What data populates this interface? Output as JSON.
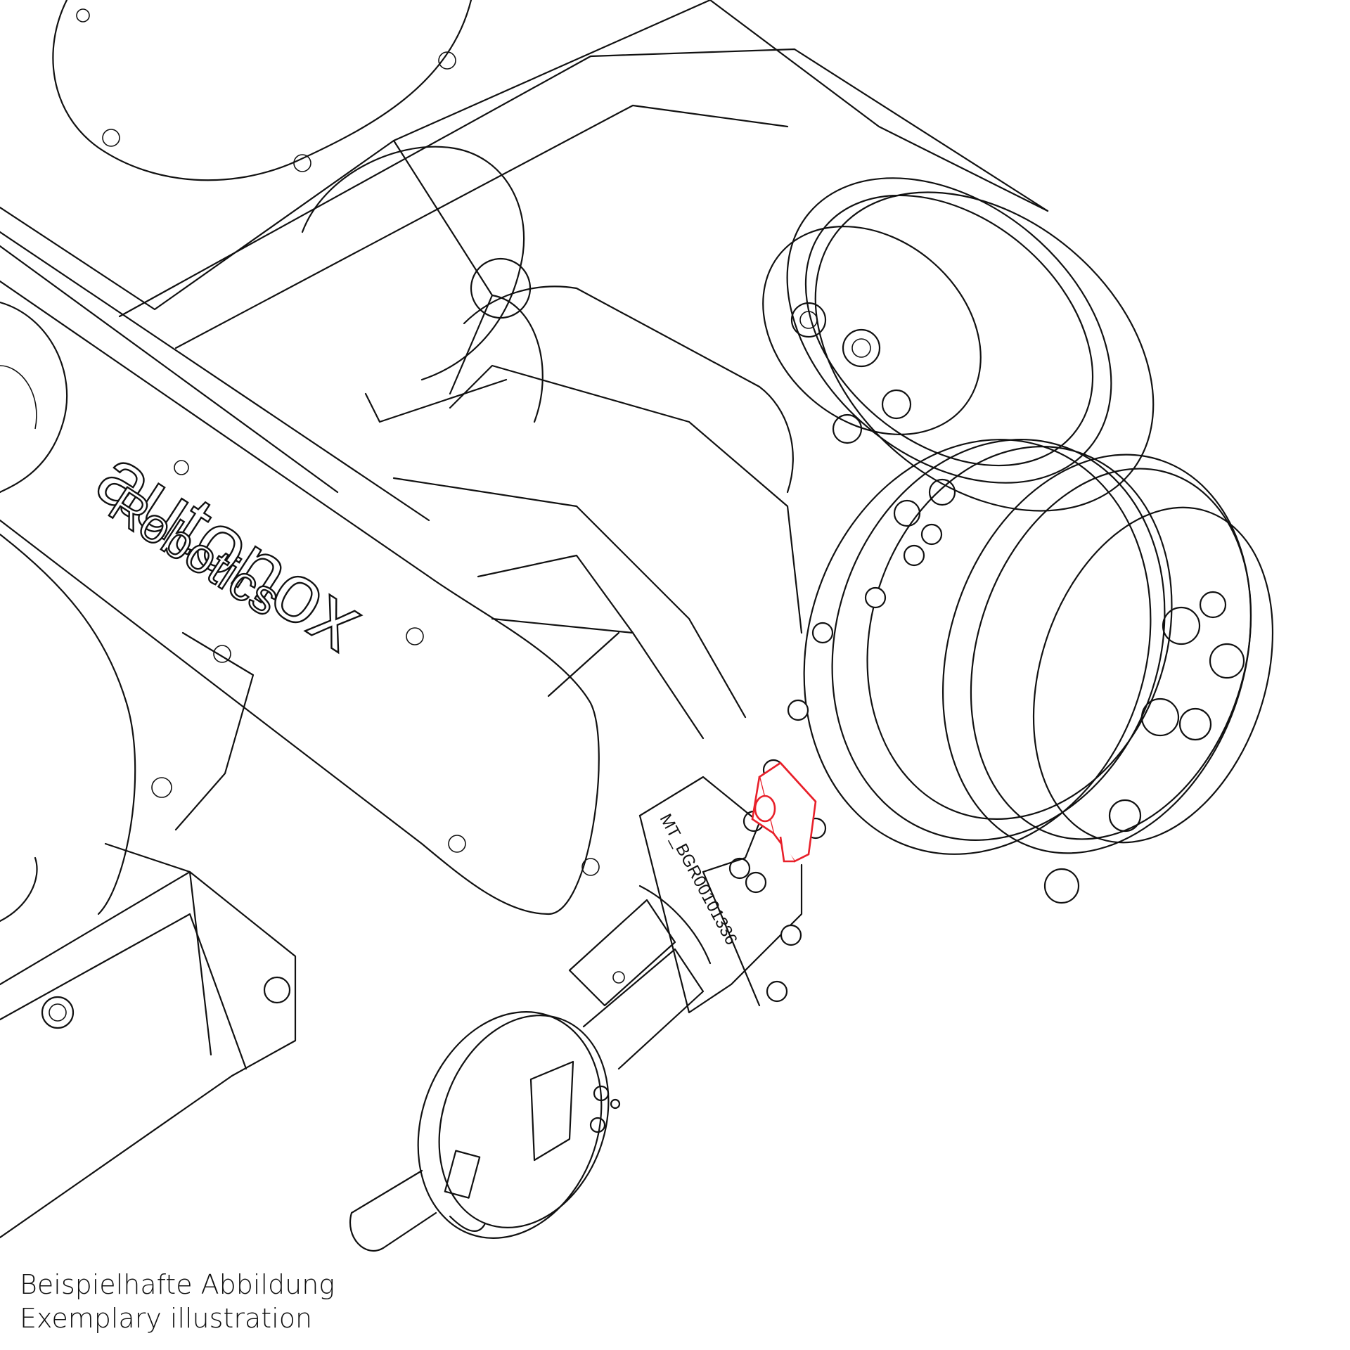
{
  "caption": {
    "line_de": "Beispielhafte Abbildung",
    "line_en": "Exemplary illustration"
  },
  "robot": {
    "brand_word": "autonox",
    "brand_sub": "Robotics"
  },
  "sensor": {
    "part_label": "MT_BGR00101336"
  },
  "colors": {
    "line": "#111111",
    "highlight": "#e8202a",
    "background": "#ffffff"
  }
}
